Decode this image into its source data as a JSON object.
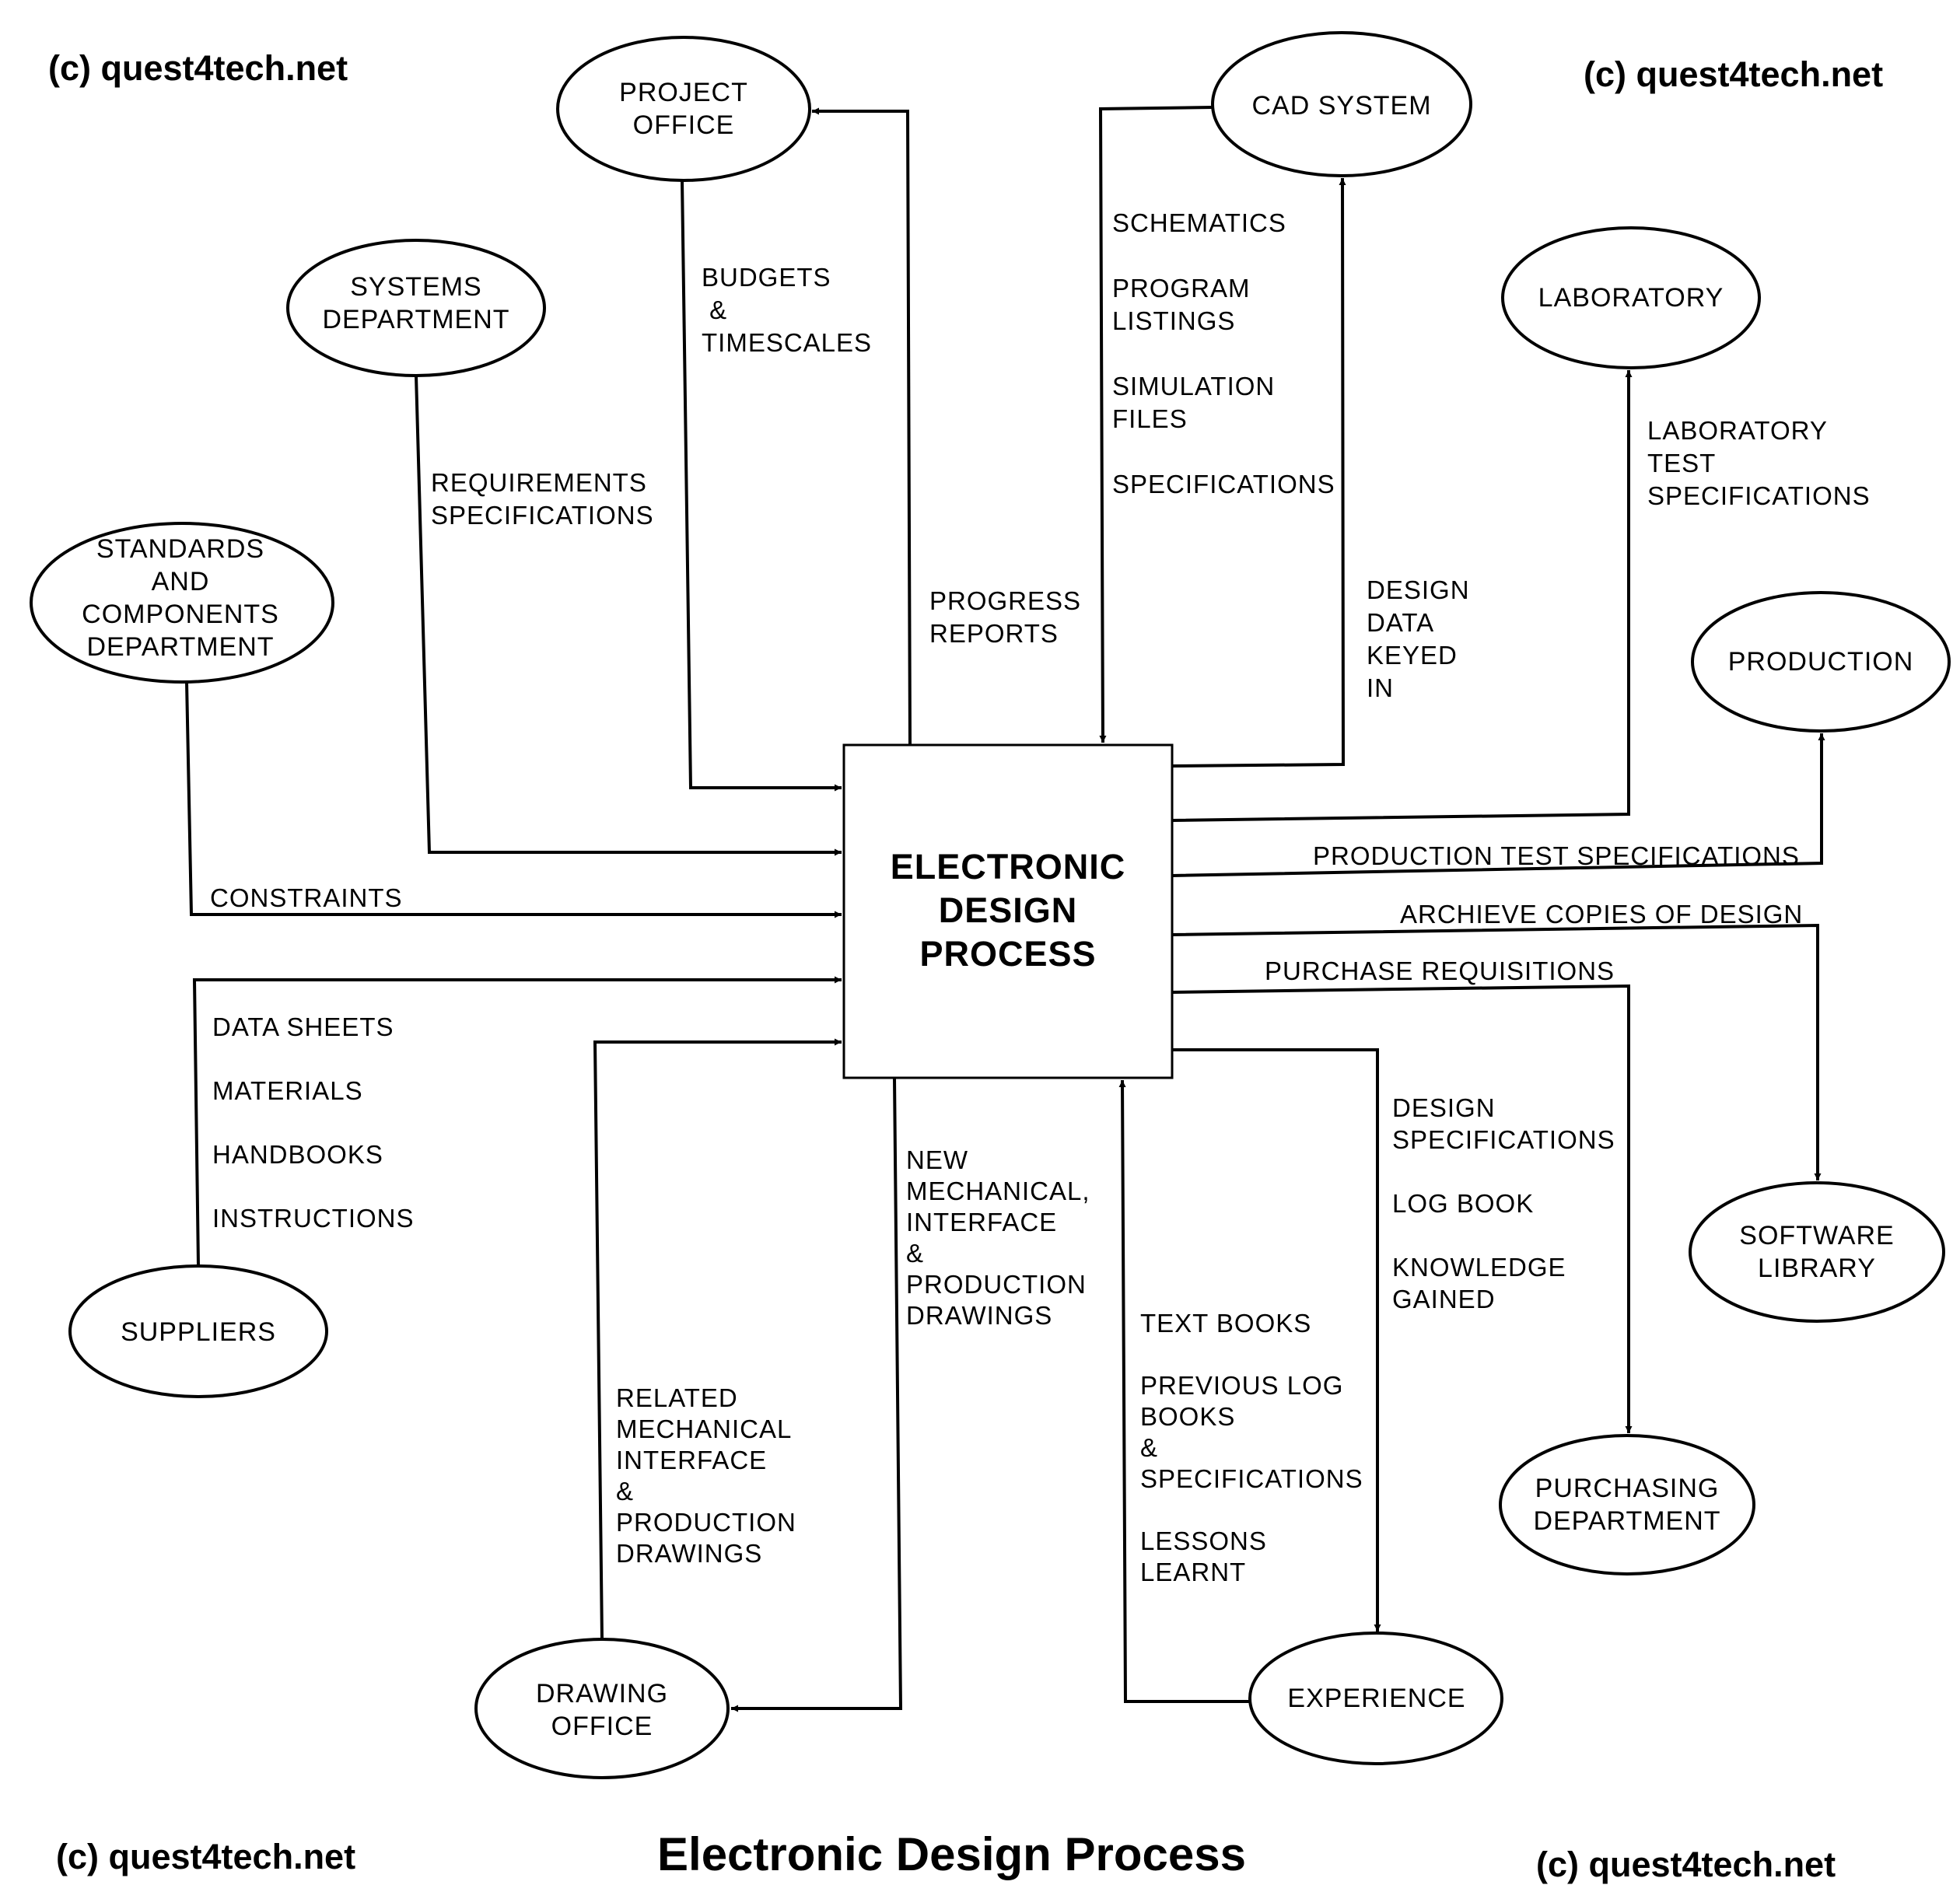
{
  "diagram": {
    "title": "Electronic Design Process",
    "watermark": "(c) quest4tech.net",
    "center_process": "ELECTRONIC\nDESIGN\nPROCESS",
    "colors": {
      "line": "#000000",
      "background": "#ffffff",
      "text": "#000000"
    },
    "nodes": {
      "project_office": "PROJECT\nOFFICE",
      "cad_system": "CAD SYSTEM",
      "systems_department": "SYSTEMS\nDEPARTMENT",
      "laboratory": "LABORATORY",
      "standards": "STANDARDS\nAND\nCOMPONENTS\nDEPARTMENT",
      "production": "PRODUCTION",
      "suppliers": "SUPPLIERS",
      "software_library": "SOFTWARE\nLIBRARY",
      "purchasing": "PURCHASING\nDEPARTMENT",
      "drawing_office": "DRAWING\nOFFICE",
      "experience": "EXPERIENCE"
    },
    "flows": {
      "budgets": "BUDGETS\n &\nTIMESCALES",
      "progress_reports": "PROGRESS\nREPORTS",
      "requirements": "REQUIREMENTS\nSPECIFICATIONS",
      "constraints": "CONSTRAINTS",
      "cad_outputs": "SCHEMATICS\n\nPROGRAM\nLISTINGS\n\nSIMULATION\nFILES\n\nSPECIFICATIONS",
      "design_data_keyed_in": "DESIGN\nDATA\nKEYED\nIN",
      "laboratory_test_specs": "LABORATORY\nTEST\nSPECIFICATIONS",
      "production_test_specs": "PRODUCTION TEST SPECIFICATIONS",
      "archive_copies": "ARCHIEVE COPIES OF DESIGN",
      "purchase_requisitions": "PURCHASE REQUISITIONS",
      "supplier_items": "DATA SHEETS\n\nMATERIALS\n\nHANDBOOKS\n\nINSTRUCTIONS",
      "related_drawings": "RELATED\nMECHANICAL\nINTERFACE\n&\nPRODUCTION\nDRAWINGS",
      "new_drawings": "NEW\nMECHANICAL,\nINTERFACE\n&\nPRODUCTION\nDRAWINGS",
      "experience_inputs": "TEXT BOOKS\n\nPREVIOUS LOG\nBOOKS\n&\nSPECIFICATIONS\n\nLESSONS\nLEARNT",
      "experience_outputs": "DESIGN\nSPECIFICATIONS\n\nLOG BOOK\n\nKNOWLEDGE\nGAINED"
    }
  }
}
